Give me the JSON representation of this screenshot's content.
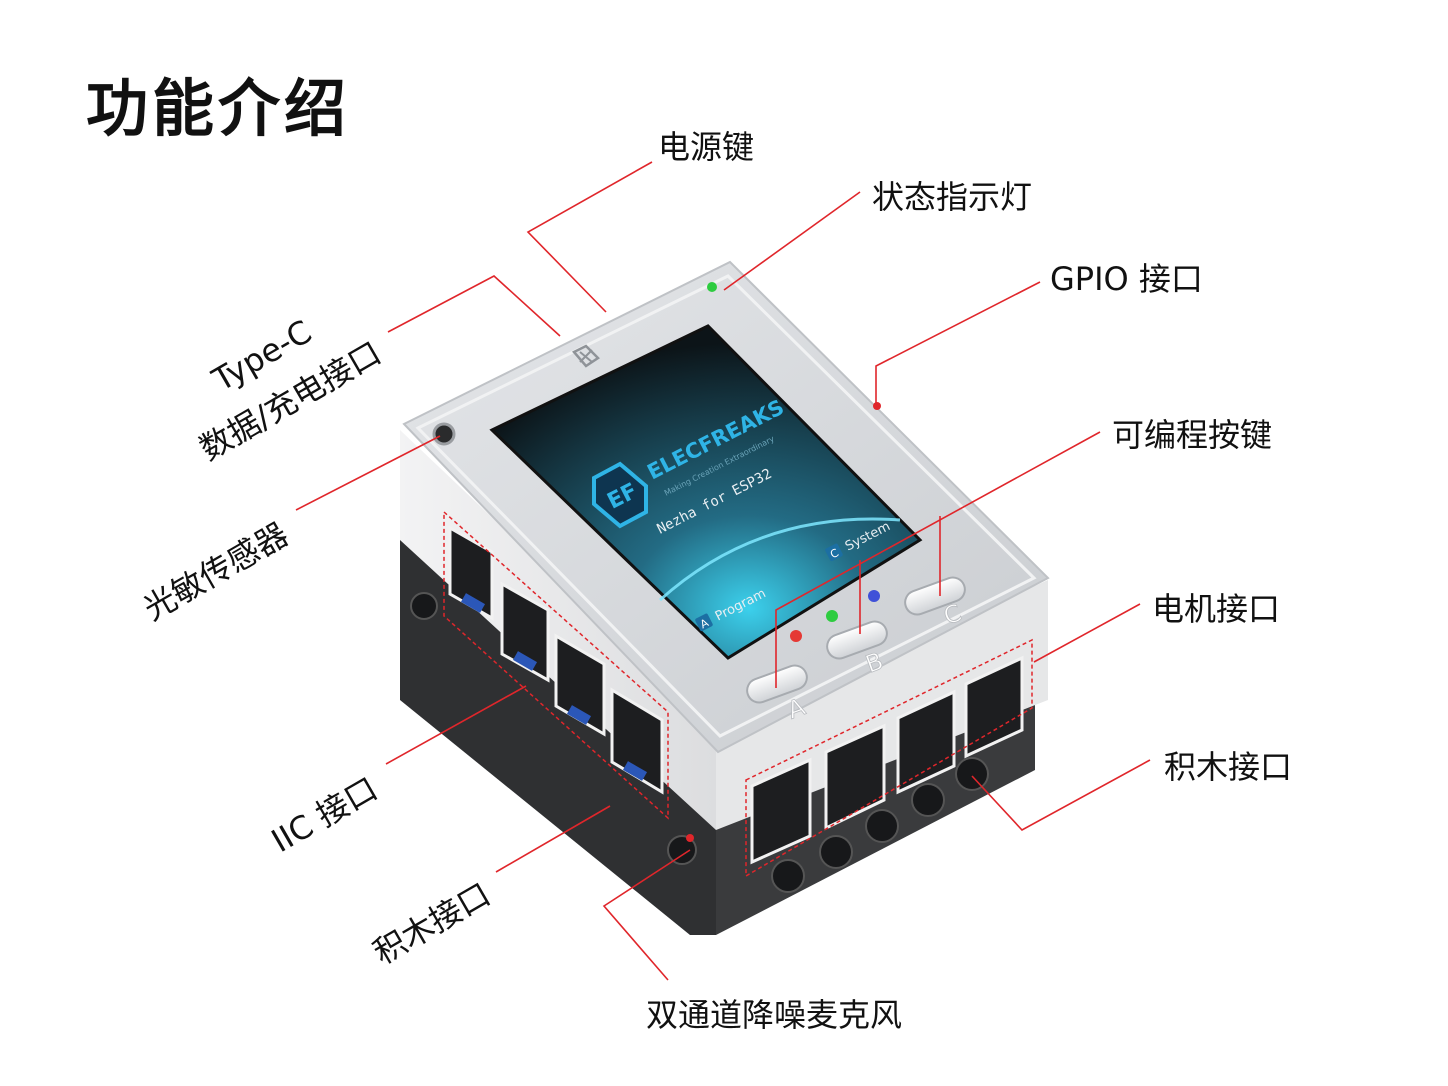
{
  "page": {
    "title": "功能介绍"
  },
  "callouts": {
    "power_key": "电源键",
    "status_led": "状态指示灯",
    "gpio": "GPIO 接口",
    "typec_line1": "Type-C",
    "typec_line2": "数据/充电接口",
    "light_sensor": "光敏传感器",
    "programmable_keys": "可编程按键",
    "motor_ports": "电机接口",
    "block_ports_right": "积木接口",
    "iic_ports": "IIC 接口",
    "block_ports_left": "积木接口",
    "microphone": "双通道降噪麦克风"
  },
  "screen": {
    "brand": "ELECFREAKS",
    "tagline": "Making Creation Extraordinary",
    "subtitle": "Nezha for ESP32",
    "program_key": "A",
    "program_label": "Program",
    "system_key": "C",
    "system_label": "System"
  },
  "buttons": {
    "a": "A",
    "b": "B",
    "c": "C"
  },
  "colors": {
    "accent_line": "#e0262b",
    "led_green": "#2ecc40",
    "led_red": "#e53935",
    "led_blue": "#3f51d8",
    "screen_glow": "#22c7e8",
    "body_top": "#d7d9dc",
    "body_side": "#e8e9ea",
    "base_dark": "#2f3032"
  }
}
